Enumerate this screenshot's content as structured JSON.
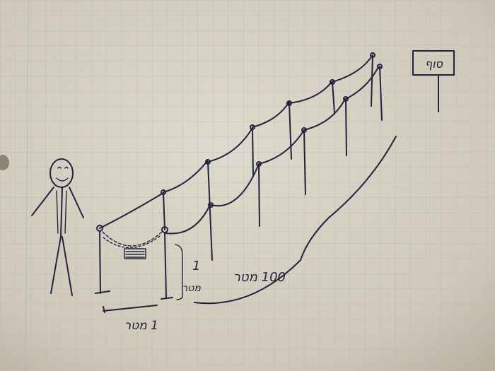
{
  "labels": {
    "width_label": "1 מטר",
    "height_number": "1",
    "height_unit": "מטר",
    "length_label": "100 מטר",
    "sign_text": "סוף"
  },
  "colors": {
    "paper_light": "#dcd6c8",
    "paper_dark": "#b9b2a2",
    "grid_line": "#a8b7bf",
    "ink": "#23233f"
  }
}
